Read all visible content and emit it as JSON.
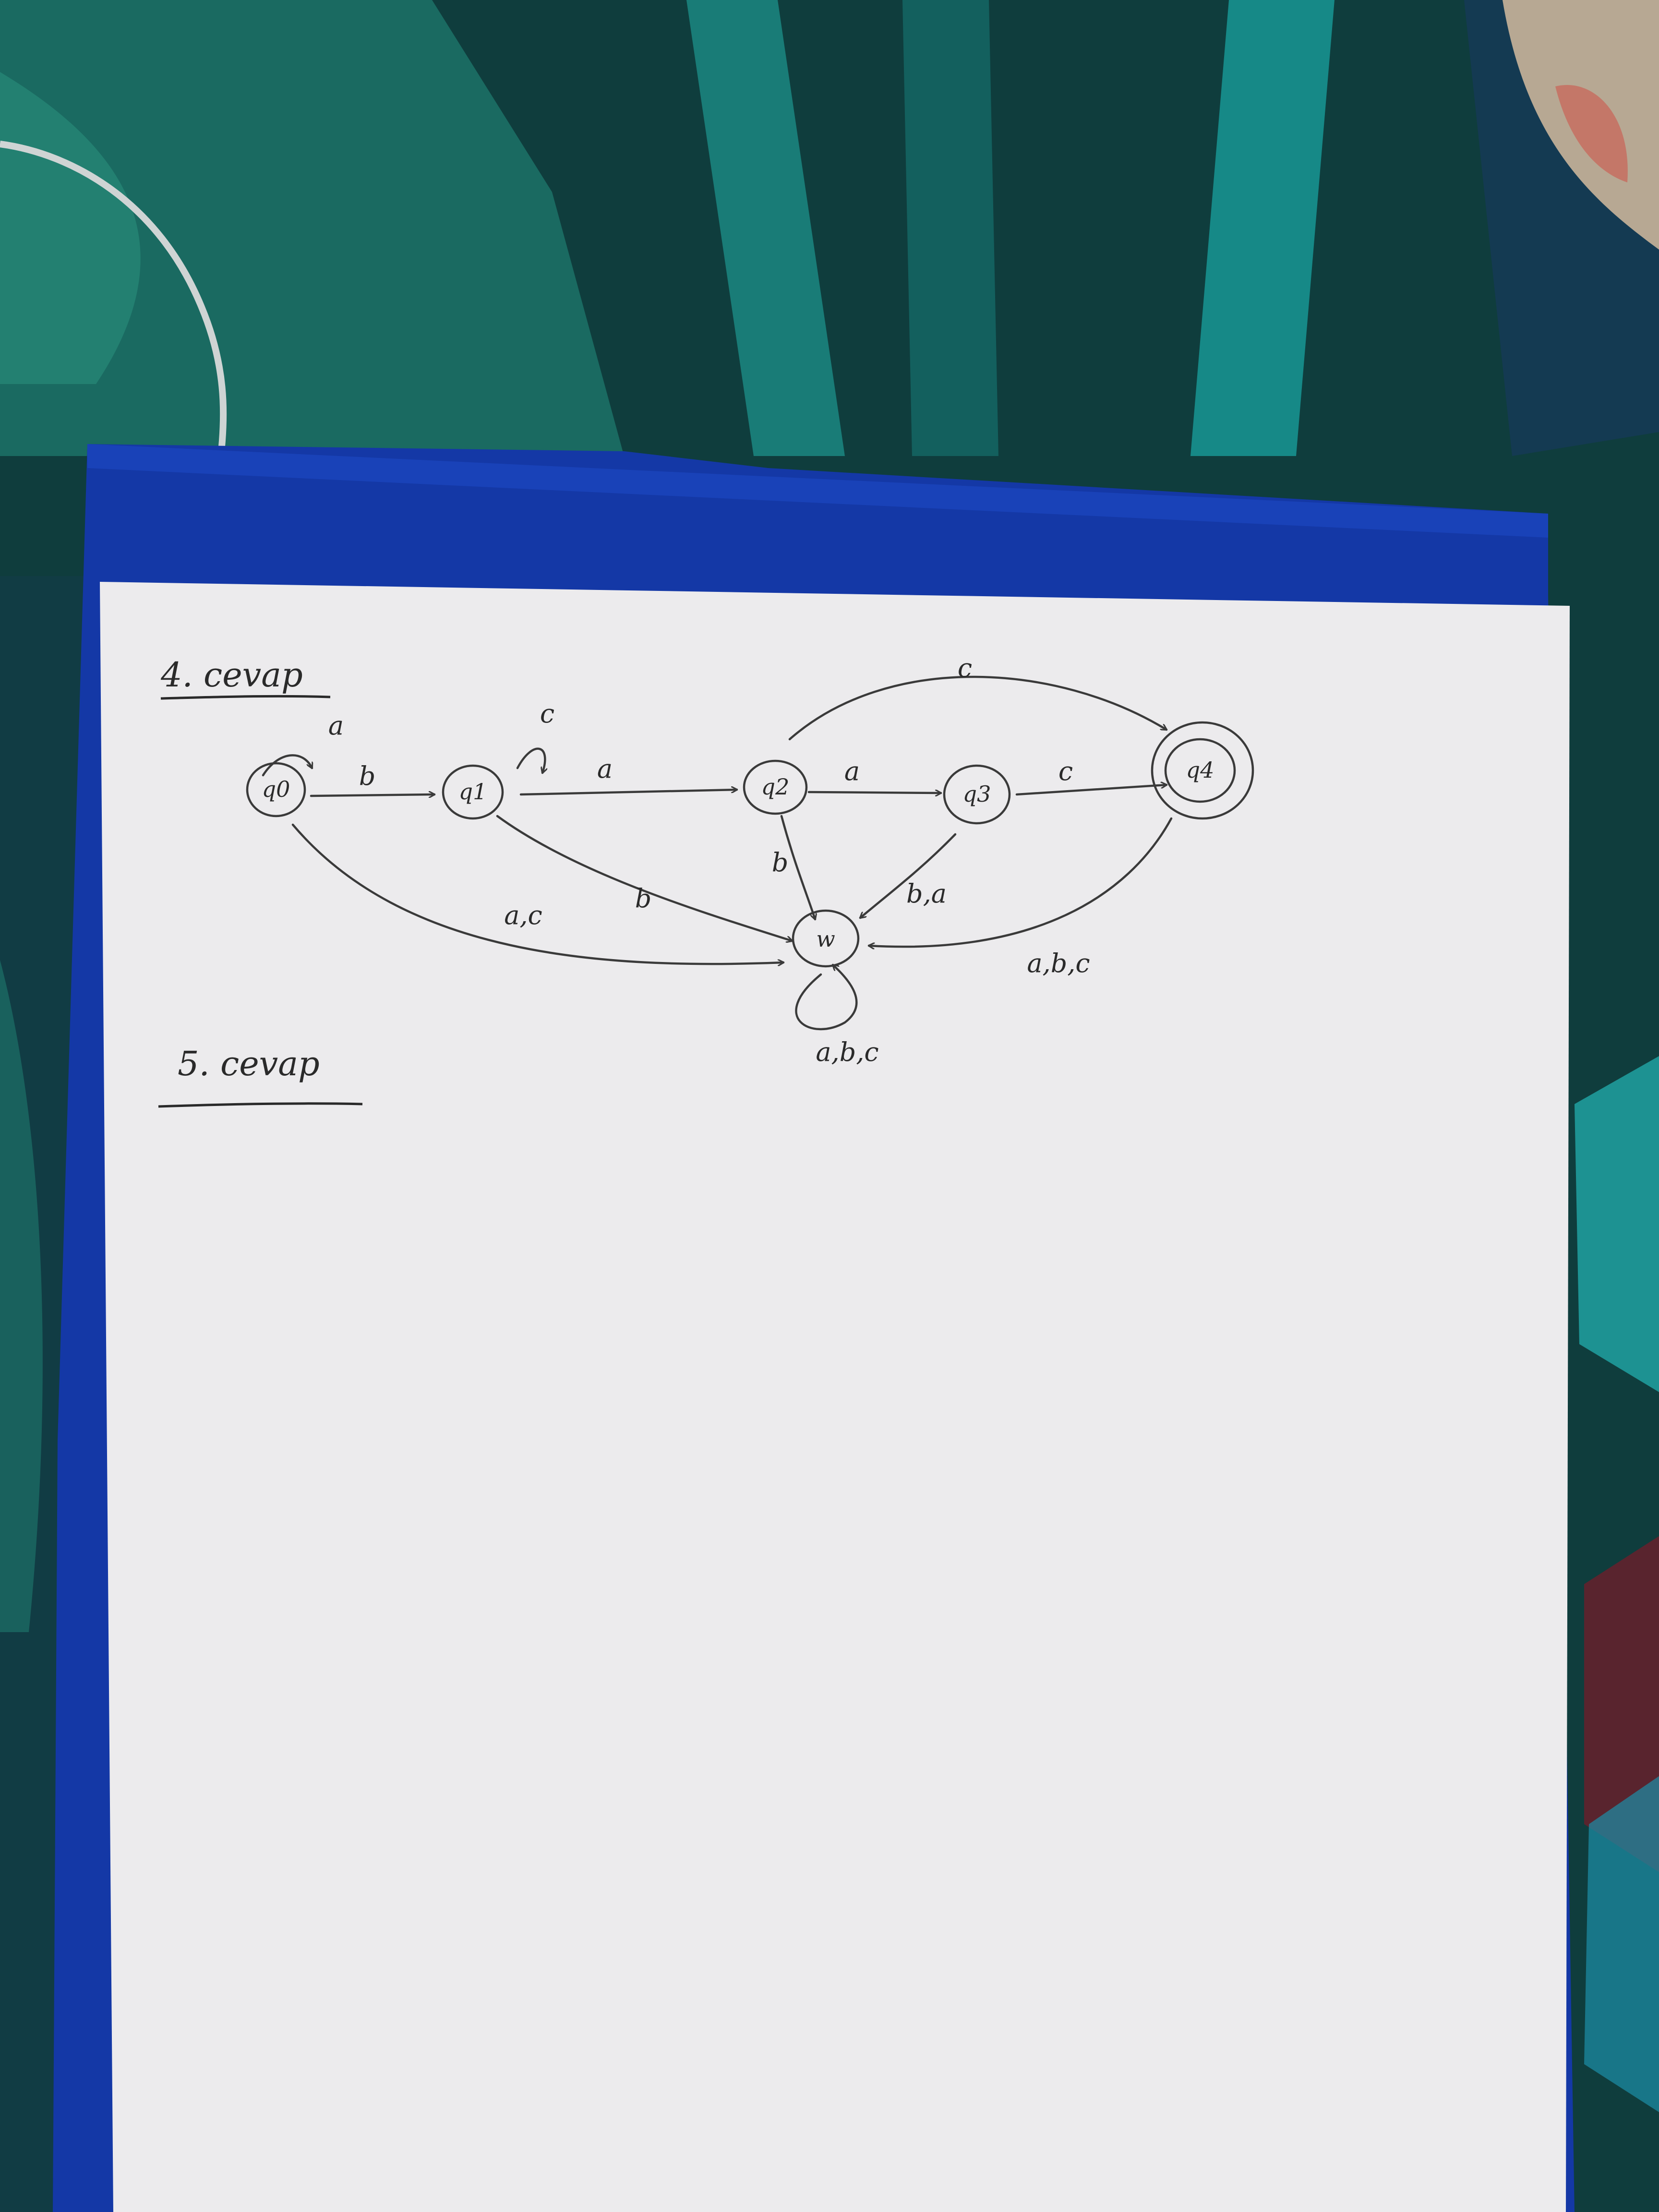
{
  "page": {
    "headings": [
      {
        "id": "h4",
        "text": "4. cevap"
      },
      {
        "id": "h5",
        "text": "5. cevap"
      }
    ]
  },
  "automaton": {
    "states": [
      {
        "id": "q0",
        "label": "q0",
        "accepting": false
      },
      {
        "id": "q1",
        "label": "q1",
        "accepting": false
      },
      {
        "id": "q2",
        "label": "q2",
        "accepting": false
      },
      {
        "id": "q3",
        "label": "q3",
        "accepting": false
      },
      {
        "id": "q4",
        "label": "q4",
        "accepting": true
      },
      {
        "id": "w",
        "label": "w",
        "accepting": false
      }
    ],
    "transitions": [
      {
        "id": "t-q0-q0",
        "from": "q0",
        "to": "q0",
        "label": "a"
      },
      {
        "id": "t-q0-q1",
        "from": "q0",
        "to": "q1",
        "label": "b"
      },
      {
        "id": "t-q1-q1",
        "from": "q1",
        "to": "q1",
        "label": "c"
      },
      {
        "id": "t-q1-q2",
        "from": "q1",
        "to": "q2",
        "label": "a"
      },
      {
        "id": "t-q2-q3",
        "from": "q2",
        "to": "q3",
        "label": "a"
      },
      {
        "id": "t-q3-q4",
        "from": "q3",
        "to": "q4",
        "label": "c"
      },
      {
        "id": "t-q2-q4",
        "from": "q2",
        "to": "q4",
        "label": "c"
      },
      {
        "id": "t-q0-w",
        "from": "q0",
        "to": "w",
        "label": "a,c"
      },
      {
        "id": "t-q1-w",
        "from": "q1",
        "to": "w",
        "label": "b"
      },
      {
        "id": "t-q2-w",
        "from": "q2",
        "to": "w",
        "label": "b"
      },
      {
        "id": "t-q3-w",
        "from": "q3",
        "to": "w",
        "label": "b,a"
      },
      {
        "id": "t-q4-w",
        "from": "q4",
        "to": "w",
        "label": "a,b,c"
      },
      {
        "id": "t-w-w",
        "from": "w",
        "to": "w",
        "label": "a,b,c"
      }
    ]
  },
  "colors": {
    "background": "#0f3d3d",
    "folder": "#1438a6",
    "paper": "#ecebed",
    "pencil": "#3a3a3a"
  }
}
